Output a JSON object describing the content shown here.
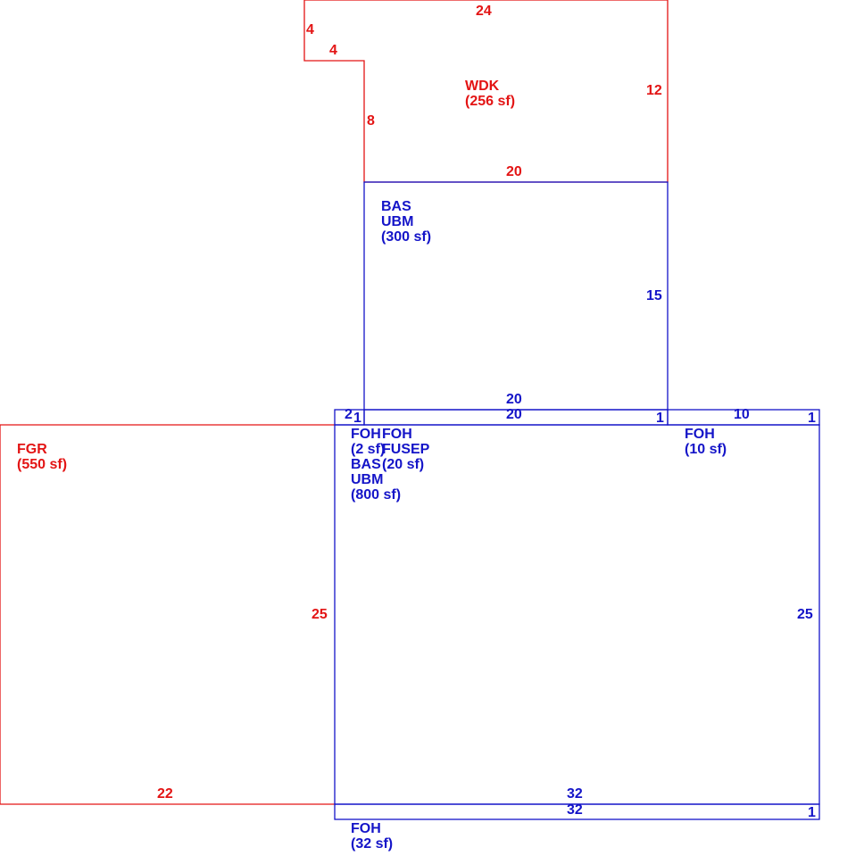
{
  "colors": {
    "red": "#e31414",
    "blue": "#1414c8"
  },
  "areas": {
    "wdk": {
      "code": "WDK",
      "size": "(256 sf)"
    },
    "bas_upper": {
      "code": "BAS",
      "sub": "UBM",
      "size": "(300 sf)"
    },
    "fgr": {
      "code": "FGR",
      "size": "(550 sf)"
    },
    "foh_2": {
      "code": "FOH",
      "size": "(2 sf)"
    },
    "foh_fusep": {
      "code": "FOH",
      "sub": "FUSEP",
      "size": "(20 sf)"
    },
    "bas_lower": {
      "code": "BAS",
      "sub": "UBM",
      "size": "(800 sf)"
    },
    "foh_10": {
      "code": "FOH",
      "size": "(10 sf)"
    },
    "foh_32": {
      "code": "FOH",
      "size": "(32 sf)"
    }
  },
  "dimensions": {
    "wdk_top": "24",
    "wdk_left_upper": "4",
    "wdk_step": "4",
    "wdk_left_lower": "8",
    "wdk_right": "12",
    "wdk_bottom": "20",
    "bas_right": "15",
    "bas_bottom": "20",
    "strip_top": "20",
    "strip_left_small": "2",
    "strip_left_one": "1",
    "strip_right_one": "1",
    "foh10_top": "10",
    "foh10_right": "1",
    "fgr_right": "25",
    "fgr_bottom": "22",
    "main_right": "25",
    "main_bottom": "32",
    "foh32_bottom": "32",
    "foh32_right": "1"
  }
}
